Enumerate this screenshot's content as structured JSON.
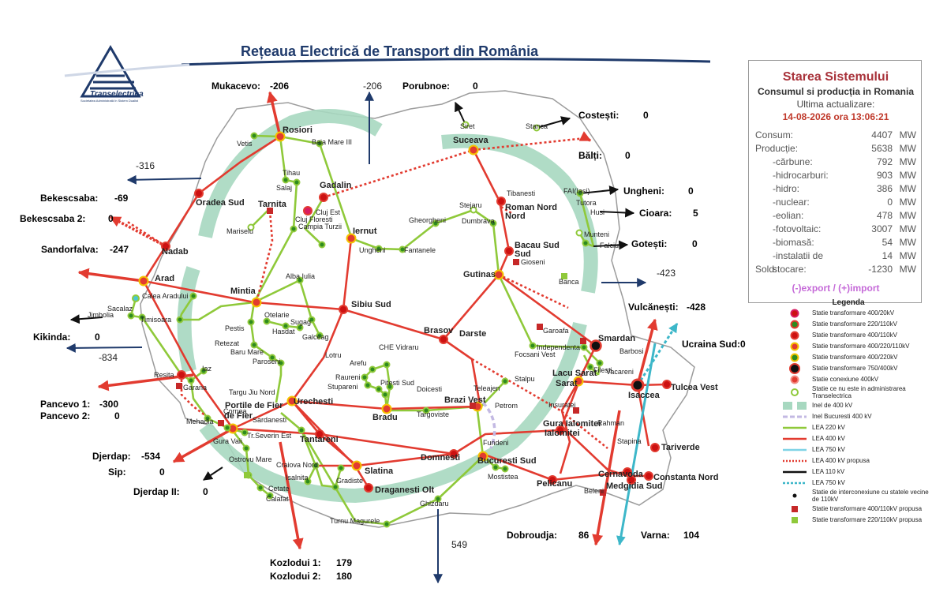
{
  "header": {
    "title": "Rețeaua Electrică de Transport din România"
  },
  "logo": {
    "brand": "Transelectrica",
    "tagline": "Societatea Administrată în Sistem Dualist"
  },
  "ring_label": "Inel 400 kV",
  "status": {
    "title": "Starea Sistemului",
    "subtitle": "Consumul si producția in Romania",
    "update_label": "Ultima actualizare:",
    "timestamp": "14-08-2026 ora 13:06:21",
    "unit": "MW",
    "rows": [
      {
        "label": "Consum:",
        "value": "4407",
        "indent": false
      },
      {
        "label": "Producție:",
        "value": "5638",
        "indent": false
      },
      {
        "label": "-cărbune:",
        "value": "792",
        "indent": true
      },
      {
        "label": "-hidrocarburi:",
        "value": "903",
        "indent": true
      },
      {
        "label": "-hidro:",
        "value": "386",
        "indent": true
      },
      {
        "label": "-nuclear:",
        "value": "0",
        "indent": true
      },
      {
        "label": "-eolian:",
        "value": "478",
        "indent": true
      },
      {
        "label": "-fotovoltaic:",
        "value": "3007",
        "indent": true
      },
      {
        "label": "-biomasă:",
        "value": "54",
        "indent": true
      },
      {
        "label": "-instalatii de stocare:",
        "value": "14",
        "indent": true
      },
      {
        "label": "Sold:",
        "value": "-1230",
        "indent": false
      }
    ],
    "note": "(-)export / (+)import"
  },
  "legend": {
    "title": "Legenda",
    "items": [
      {
        "label": "Statie transformare 400/20kV"
      },
      {
        "label": "Statie transformare 220/110kV"
      },
      {
        "label": "Statie transformare 400/110kV"
      },
      {
        "label": "Statie transformare 400/220/110kV"
      },
      {
        "label": "Statie transformare 400/220kV"
      },
      {
        "label": "Statie transformare 750/400kV"
      },
      {
        "label": "Statie conexiune 400kV"
      },
      {
        "label": "Statie ce nu este in administrarea Transelectrica"
      },
      {
        "label": "Inel de 400 kV"
      },
      {
        "label": "Inel Bucuresti 400 kV"
      },
      {
        "label": "LEA 220 kV"
      },
      {
        "label": "LEA 400 kV"
      },
      {
        "label": "LEA 750 kV"
      },
      {
        "label": "LEA 400 kV propusa"
      },
      {
        "label": "LEA 110 kV"
      },
      {
        "label": "LEA 750 kV"
      },
      {
        "label": "Statie de interconexiune cu statele vecine de 110kV"
      },
      {
        "label": "Statie transformare 400/110kV propusa"
      },
      {
        "label": "Statie transformare 220/110kV propusa"
      }
    ]
  },
  "flows": [
    {
      "name": "Mukacevo:",
      "value": "-206"
    },
    {
      "name": "",
      "value": "-206"
    },
    {
      "name": "Porubnoe:",
      "value": "0"
    },
    {
      "name": "Costești:",
      "value": "0"
    },
    {
      "name": "Bălți:",
      "value": "0"
    },
    {
      "name": "Ungheni:",
      "value": "0"
    },
    {
      "name": "Cioara:",
      "value": "5"
    },
    {
      "name": "Gotești:",
      "value": "0"
    },
    {
      "name": "",
      "value": "-423"
    },
    {
      "name": "Vulcănești:",
      "value": "-428"
    },
    {
      "name": "Ucraina Sud:",
      "value": "0"
    },
    {
      "name": "",
      "value": "-316"
    },
    {
      "name": "Bekescsaba:",
      "value": "-69"
    },
    {
      "name": "Bekescsaba 2:",
      "value": "0"
    },
    {
      "name": "Sandorfalva:",
      "value": "-247"
    },
    {
      "name": "Kikinda:",
      "value": "0"
    },
    {
      "name": "",
      "value": "-834"
    },
    {
      "name": "Pancevo 1:",
      "value": "-300"
    },
    {
      "name": "Pancevo 2:",
      "value": "0"
    },
    {
      "name": "Djerdap:",
      "value": "-534"
    },
    {
      "name": "Sip:",
      "value": "0"
    },
    {
      "name": "Djerdap II:",
      "value": "0"
    },
    {
      "name": "Kozlodui 1:",
      "value": "179"
    },
    {
      "name": "Kozlodui 2:",
      "value": "180"
    },
    {
      "name": "",
      "value": "549"
    },
    {
      "name": "Dobroudja:",
      "value": "86"
    },
    {
      "name": "Varna:",
      "value": "104"
    }
  ],
  "stations_big": [
    "Rosiori",
    "Oradea Sud",
    "Gadalin",
    "Nadab",
    "Arad",
    "Iernut",
    "Mintia",
    "Sibiu Sud",
    "Suceava",
    "Roman Nord",
    "Bacau Sud",
    "Gutinas",
    "Brasov",
    "Darste",
    "Smardan",
    "Lacu Sarat",
    "Isaccea",
    "Tulcea Vest",
    "Portile de Fier",
    "Urechesti",
    "Tantareni",
    "Bradu",
    "Brazi Vest",
    "Gura Ialomitei",
    "Slatina",
    "Domnesti",
    "Bucuresti Sud",
    "Draganesti Olt",
    "Cernavoda",
    "Medgidia Sud",
    "Constanta Nord",
    "Pelicanu",
    "Tariverde",
    "Resita",
    "Timisoara",
    "Cluj Est",
    "Tarnita"
  ],
  "stations_small": [
    "Vetis",
    "Baia Mare III",
    "Tihau",
    "Salaj",
    "Cluj Floresti",
    "Campia Turzii",
    "Mariselu",
    "Ungheni",
    "Fantanele",
    "Gheorgheni",
    "Stejaru",
    "Dumbrava",
    "Siret",
    "Stanca",
    "Tibanesti",
    "FAI(Iasi)",
    "Tutora",
    "Husi",
    "Munteni",
    "Falciu",
    "Gioseni",
    "Banca",
    "Alba Iulia",
    "Calea Aradului",
    "Sacalaz",
    "Jimbolia",
    "Otelarie",
    "Pestis",
    "Sugag",
    "Hasdat",
    "Retezat",
    "Baru Mare",
    "Galceag",
    "Paroseni",
    "Lotru",
    "CHE Vidraru",
    "Arefu",
    "Raureni",
    "Stupareni",
    "Pitesti Sud",
    "Doicesti",
    "Targoviste",
    "Teleajen",
    "Stalpu",
    "Petrom",
    "Garoafa",
    "Independenta",
    "Focsani Vest",
    "Barbosi",
    "Filesti",
    "Vacareni",
    "Insuratei",
    "Rahman",
    "Stapina",
    "Fundeni",
    "Mostistea",
    "Targu Jiu Nord",
    "Sardanesti",
    "Tr.Severin Est",
    "Gura Vaii",
    "Ostrovu Mare",
    "Cetate",
    "Calafat",
    "Craiova Nord",
    "Isalnita",
    "Gradiste",
    "Turnu Magurele",
    "Ghizdaru",
    "Iaz",
    "Garana",
    "Mehadia",
    "Cornea",
    "Beleni"
  ]
}
